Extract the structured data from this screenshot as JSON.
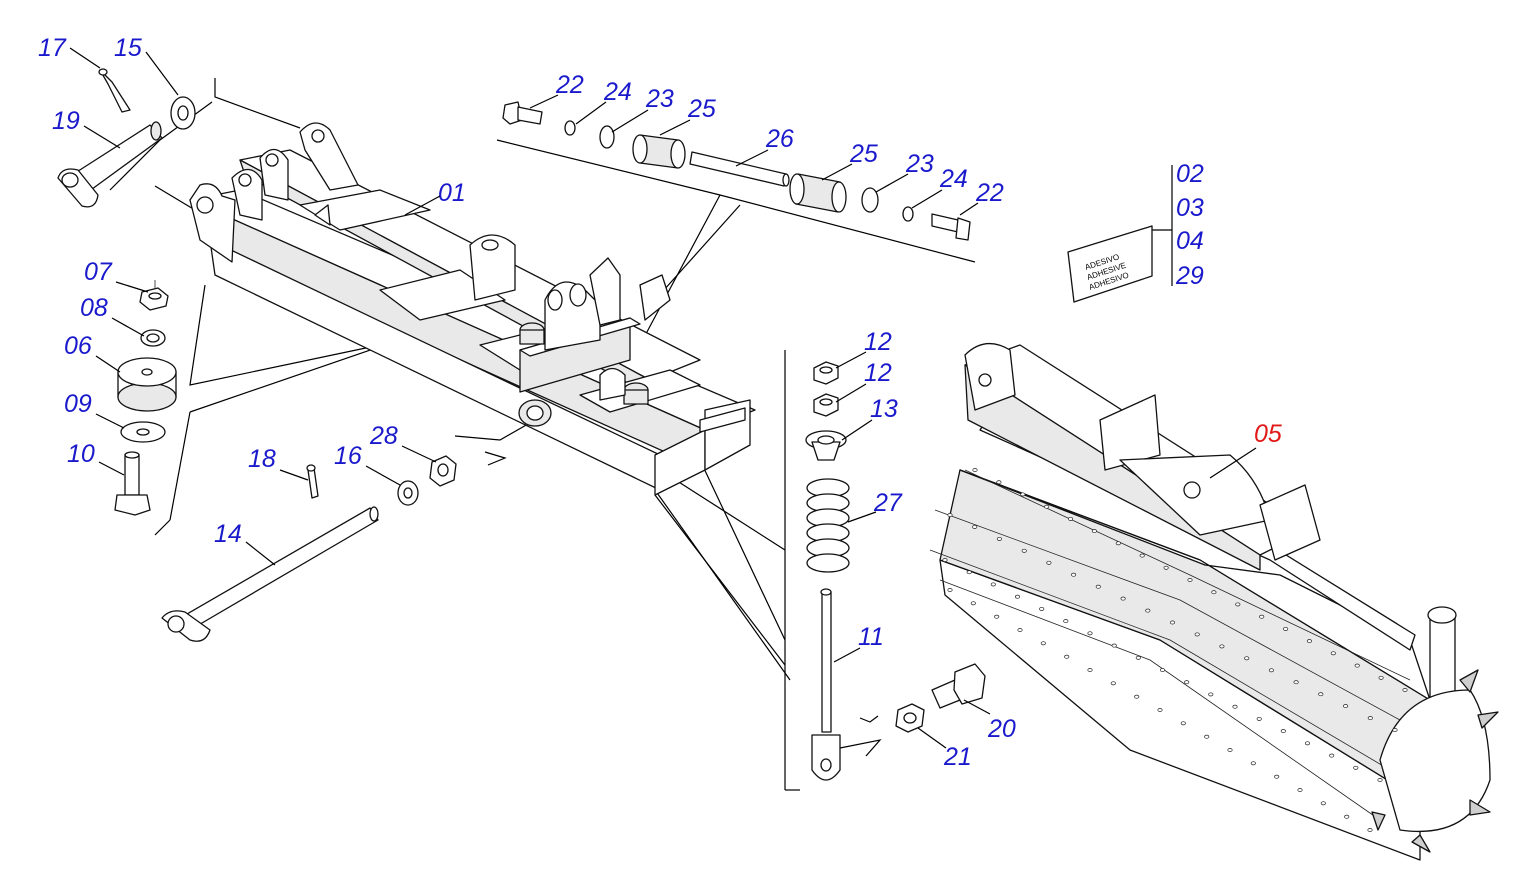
{
  "diagram": {
    "type": "exploded-parts-diagram",
    "colors": {
      "label": "#1a1acc",
      "highlight": "#e01818",
      "line": "#000000"
    },
    "labels": {
      "p01": "01",
      "p02": "02",
      "p03": "03",
      "p04": "04",
      "p05": "05",
      "p06": "06",
      "p07": "07",
      "p08": "08",
      "p09": "09",
      "p10": "10",
      "p11": "11",
      "p12a": "12",
      "p12b": "12",
      "p13": "13",
      "p14": "14",
      "p15": "15",
      "p16": "16",
      "p17": "17",
      "p18": "18",
      "p19": "19",
      "p20": "20",
      "p21": "21",
      "p22a": "22",
      "p22b": "22",
      "p23a": "23",
      "p23b": "23",
      "p24a": "24",
      "p24b": "24",
      "p25a": "25",
      "p25b": "25",
      "p26": "26",
      "p27": "27",
      "p28": "28",
      "p29": "29"
    },
    "sticker": {
      "line1": "ADESIVO",
      "line2": "ADHESIVE",
      "line3": "ADHESIVO"
    }
  }
}
